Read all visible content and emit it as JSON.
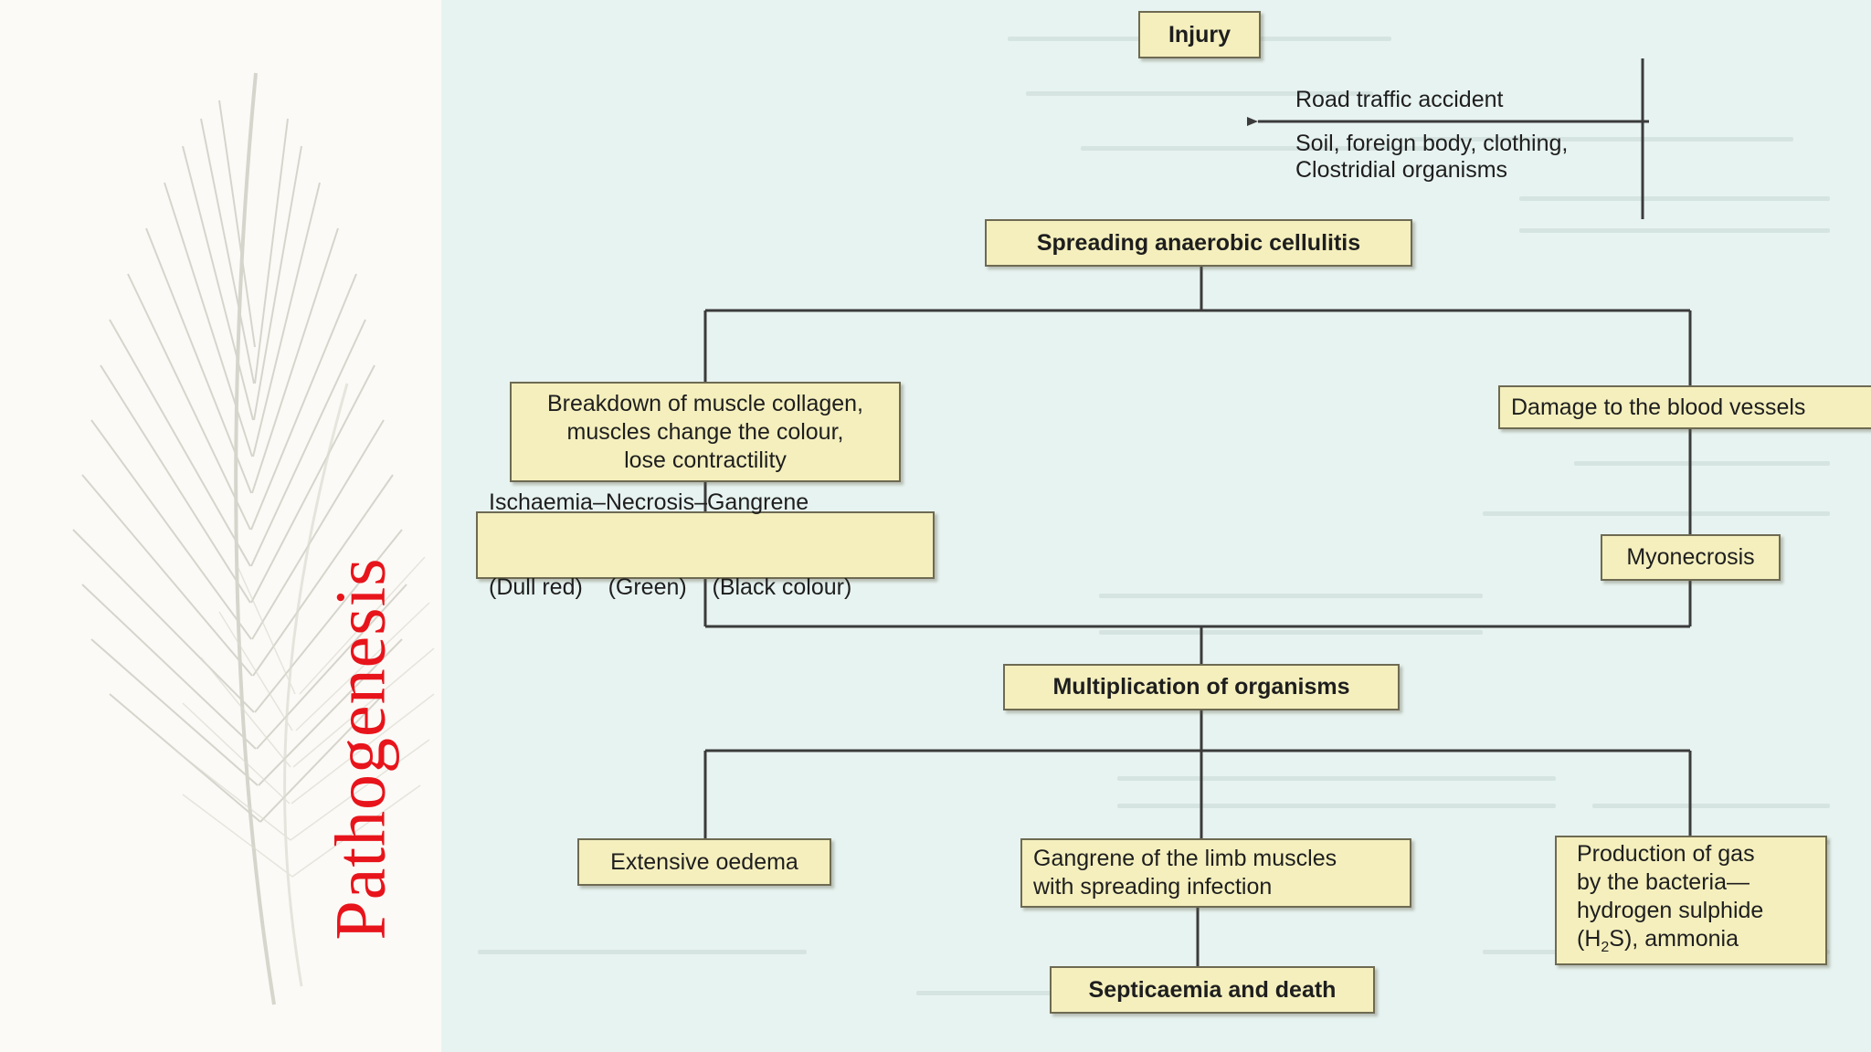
{
  "slide": {
    "title": "Pathogenesis",
    "title_color": "#e8141b",
    "background_panel_color": "#e7f3f0",
    "decoration": "feather-illustration"
  },
  "flowchart": {
    "injury": "Injury",
    "causes": {
      "line1": "Road traffic accident",
      "line2": "Soil, foreign body, clothing,",
      "line3": "Clostridial organisms"
    },
    "cellulitis": "Spreading anaerobic cellulitis",
    "collagen": {
      "line1": "Breakdown of muscle collagen,",
      "line2": "muscles change the colour,",
      "line3": "lose contractility"
    },
    "ischaemia": {
      "line1": "Ischaemia–Necrosis–Gangrene",
      "line2": "(Dull red)    (Green)    (Black colour)"
    },
    "blood_vessels": "Damage to the blood vessels",
    "myonecrosis": "Myonecrosis",
    "multiplication": "Multiplication of organisms",
    "oedema": "Extensive oedema",
    "gangrene": {
      "line1": "Gangrene of the limb muscles",
      "line2": "with spreading infection"
    },
    "gas": {
      "line1": "Production of gas",
      "line2": "by the bacteria—",
      "line3": "hydrogen sulphide",
      "line4_prefix": "(H",
      "line4_sub": "2",
      "line4_suffix": "S), ammonia"
    },
    "outcome": "Septicaemia and death",
    "box_color": "#f4efbd",
    "line_color": "#3b3b3b"
  }
}
